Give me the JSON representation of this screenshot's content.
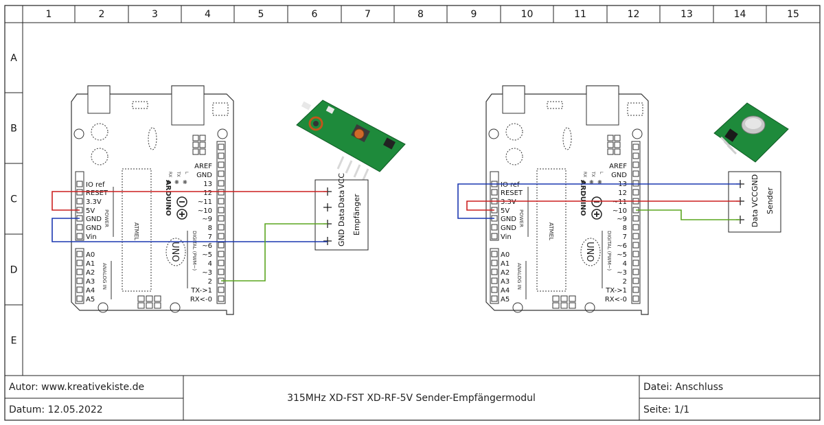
{
  "frame": {
    "columns": [
      "1",
      "2",
      "3",
      "4",
      "5",
      "6",
      "7",
      "8",
      "9",
      "10",
      "11",
      "12",
      "13",
      "14",
      "15"
    ],
    "rows": [
      "A",
      "B",
      "C",
      "D",
      "E"
    ]
  },
  "colors": {
    "wire_red": "#cc1f1f",
    "wire_blue": "#1a36b0",
    "wire_green": "#5aa51e",
    "frame": "#222222",
    "board_outline": "#333333"
  },
  "board": {
    "labels_power": [
      "IO ref",
      "RESET",
      "3.3V",
      "5V",
      "GND",
      "GND",
      "Vin"
    ],
    "labels_analog": [
      "A0",
      "A1",
      "A2",
      "A3",
      "A4",
      "A5"
    ],
    "labels_digital": [
      "AREF",
      "GND",
      "13",
      "12",
      "~11",
      "~10",
      "~9",
      "8",
      "7",
      "~6",
      "~5",
      "4",
      "~3",
      "2",
      "TX->1",
      "RX<-0"
    ],
    "power_header_text": "POWER",
    "analog_header_text": "ANALOG IN",
    "digital_header_text": "DIGITAL (PWM~)",
    "chip_text": "ATMEL",
    "logo_text": "ARDUINO",
    "uno_text": "UNO",
    "led_labels": [
      "RX",
      "TX",
      "L"
    ],
    "plus_minus": "⊖⊕"
  },
  "receiver": {
    "pin_labels": [
      "GND",
      "Data",
      "Data",
      "VCC"
    ],
    "module_name": "Empfänger"
  },
  "sender": {
    "pin_labels": [
      "Data",
      "VCC",
      "GND"
    ],
    "module_name": "Sender"
  },
  "title_block": {
    "author": "Autor: www.kreativekiste.de",
    "date": "Datum: 12.05.2022",
    "title": "315MHz XD-FST XD-RF-5V Sender-Empfängermodul",
    "file": "Datei: Anschluss",
    "page": "Seite: 1/1"
  }
}
